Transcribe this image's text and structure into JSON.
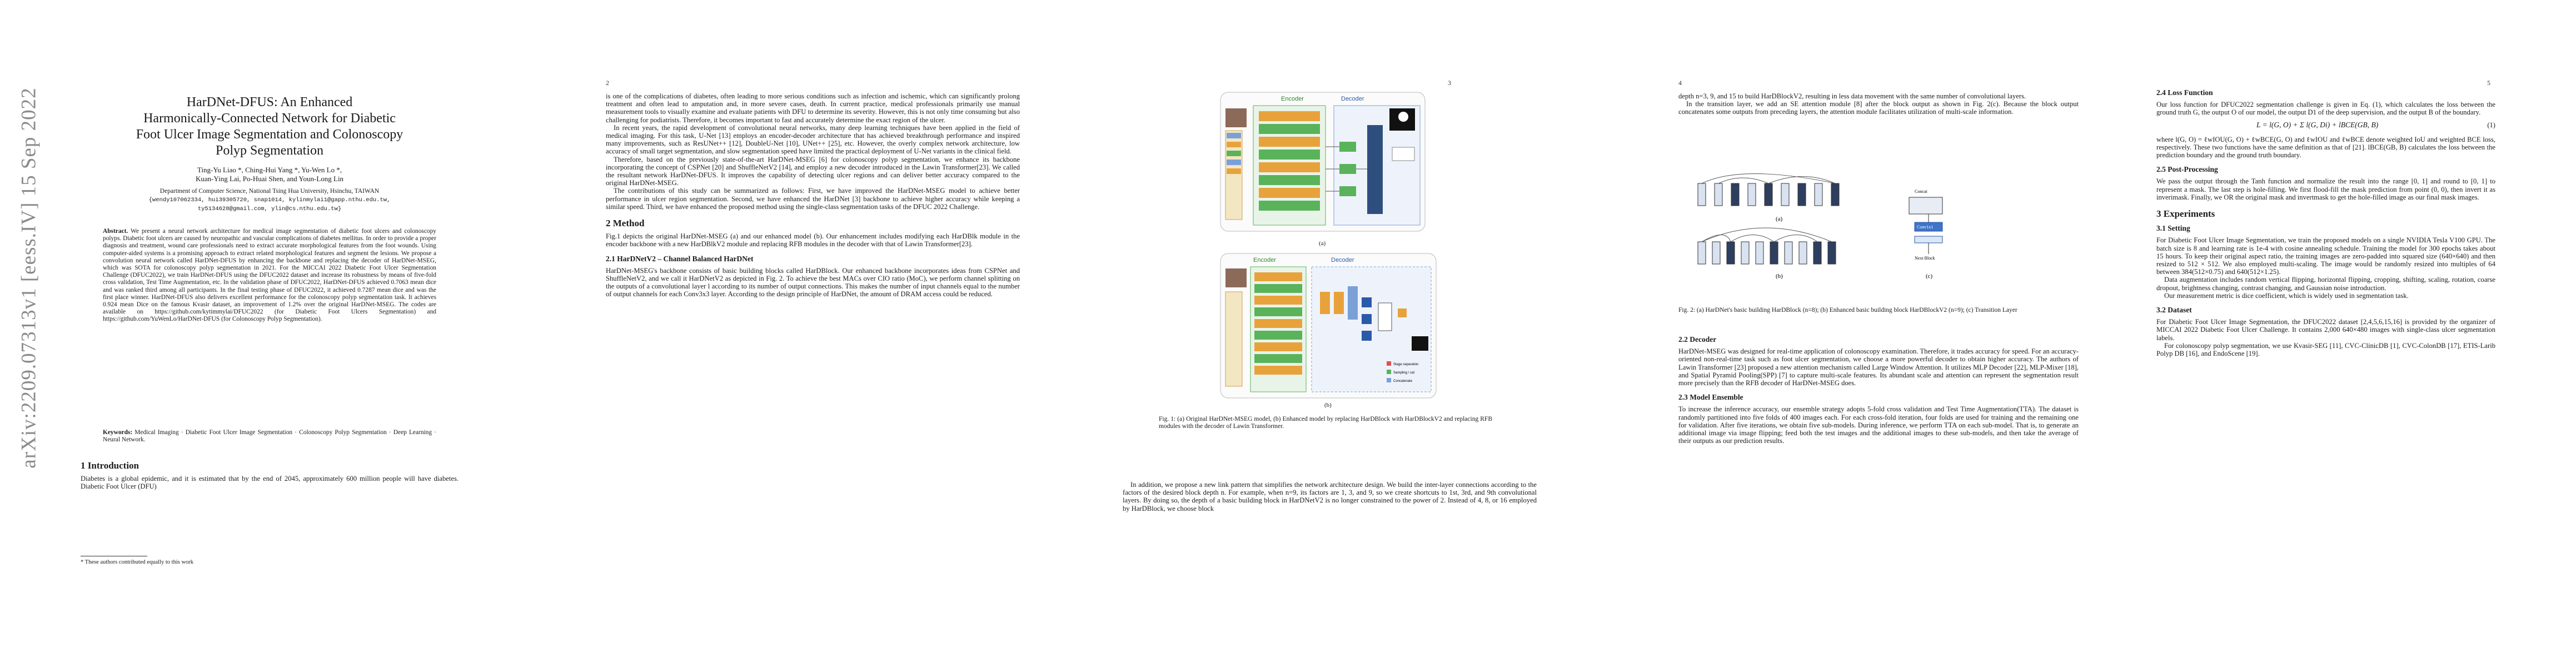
{
  "arxiv_stamp": "arXiv:2209.07313v1  [eess.IV]  15 Sep 2022",
  "page1": {
    "title_lines": [
      "HarDNet-DFUS: An Enhanced",
      "Harmonically-Connected Network for Diabetic",
      "Foot Ulcer Image Segmentation and Colonoscopy",
      "Polyp Segmentation"
    ],
    "authors": "Ting-Yu Liao *, Ching-Hui Yang *, Yu-Wen Lo *,",
    "authors2": "Kuan-Ying Lai, Po-Huai Shen, and Youn-Long Lin",
    "affiliation": "Department of Computer Science, National Tsing Hua University, Hsinchu, TAIWAN",
    "emails1": "{wendy107062334, hui39305720, snap1014, kylinmylai1@gapp.nthu.edu.tw,",
    "emails2": "ty5134628@gmail.com, ylin@cs.nthu.edu.tw}",
    "abstract_label": "Abstract.",
    "abstract": "We present a neural network architecture for medical image segmentation of diabetic foot ulcers and colonoscopy polyps. Diabetic foot ulcers are caused by neuropathic and vascular complications of diabetes mellitus. In order to provide a proper diagnosis and treatment, wound care professionals need to extract accurate morphological features from the foot wounds. Using computer-aided systems is a promising approach to extract related morphological features and segment the lesions. We propose a convolution neural network called HarDNet-DFUS by enhancing the backbone and replacing the decoder of HarDNet-MSEG, which was SOTA for colonoscopy polyp segmentation in 2021. For the MICCAI 2022 Diabetic Foot Ulcer Segmentation Challenge (DFUC2022), we train HarDNet-DFUS using the DFUC2022 dataset and increase its robustness by means of five-fold cross validation, Test Time Augmentation, etc. In the validation phase of DFUC2022, HarDNet-DFUS achieved 0.7063 mean dice and was ranked third among all participants. In the final testing phase of DFUC2022, it achieved 0.7287 mean dice and was the first place winner. HarDNet-DFUS also delivers excellent performance for the colonoscopy polyp segmentation task. It achieves 0.924 mean Dice on the famous Kvasir dataset, an improvement of 1.2% over the original HarDNet-MSEG. The codes are available on https://github.com/kytimmylai/DFUC2022 (for Diabetic Foot Ulcers Segmentation) and https://github.com/YuWenLo/HarDNet-DFUS (for Colonoscopy Polyp Segmentation).",
    "keywords_label": "Keywords:",
    "keywords": "Medical Imaging · Diabetic Foot Ulcer Image Segmentation · Colonoscopy Polyp Segmentation · Deep Learning · Neural Network.",
    "intro_heading": "1   Introduction",
    "intro_text": "Diabetes is a global epidemic, and it is estimated that by the end of 2045, approximately 600 million people will have diabetes. Diabetic Foot Ulcer (DFU)",
    "footnote": "* These authors contributed equally to this work"
  },
  "page2": {
    "number": "2",
    "para1": "is one of the complications of diabetes, often leading to more serious conditions such as infection and ischemic, which can significantly prolong treatment and often lead to amputation and, in more severe cases, death. In current practice, medical professionals primarily use manual measurement tools to visually examine and evaluate patients with DFU to determine its severity. However, this is not only time consuming but also challenging for podiatrists. Therefore, it becomes important to fast and accurately determine the exact region of the ulcer.",
    "para2": "In recent years, the rapid development of convolutional neural networks, many deep learning techniques have been applied in the field of medical imaging. For this task, U-Net [13] employs an encoder-decoder architecture that has achieved breakthrough performance and inspired many improvements, such as ResUNet++ [12], DoubleU-Net [10], UNet++ [25], etc. However, the overly complex network architecture, low accuracy of small target segmentation, and slow segmentation speed have limited the practical deployment of U-Net variants in the clinical field.",
    "para3": "Therefore, based on the previously state-of-the-art HarDNet-MSEG [6] for colonoscopy polyp segmentation, we enhance its backbone incorporating the concept of CSPNet [20] and ShuffleNetV2 [14], and employ a new decoder introduced in the Lawin Transformer[23]. We called the resultant network HarDNet-DFUS. It improves the capability of detecting ulcer regions and can deliver better accuracy compared to the original HarDNet-MSEG.",
    "para4": "The contributions of this study can be summarized as follows: First, we have improved the HarDNet-MSEG model to achieve better performance in ulcer region segmentation. Second, we have enhanced the HarDNet [3] backbone to achieve higher accuracy while keeping a similar speed. Third, we have enhanced the proposed method using the single-class segmentation tasks of the DFUC 2022 Challenge.",
    "h_method": "2   Method",
    "method_text": "Fig.1 depicts the original HarDNet-MSEG (a) and our enhanced model (b). Our enhancement includes modifying each HarDBlk module in the encoder backbone with a new HarDBlkV2 module and replacing RFB modules in the decoder with that of Lawin Transformer[23].",
    "h_21": "2.1   HarDNetV2 – Channel Balanced HarDNet",
    "text_21": "HarDNet-MSEG's backbone consists of basic building blocks called HarDBlock. Our enhanced backbone incorporates ideas from CSPNet and ShuffleNetV2, and we call it HarDNetV2 as depicted in Fig. 2. To achieve the best MACs over CIO ratio (MoC), we perform channel splitting on the outputs of a convolutional layer l according to its number of output connections. This makes the number of input channels equal to the number of output channels for each Conv3x3 layer. According to the design principle of HarDNet, the amount of DRAM access could be reduced."
  },
  "page3": {
    "number": "3",
    "fig_a_label": "(a)",
    "fig_b_label": "(b)",
    "encoder_label": "Encoder",
    "decoder_label": "Decoder",
    "legend_items": [
      "Stage separation",
      "Sampling / cat",
      "Concatenate"
    ],
    "caption": "Fig. 1: (a) Original HarDNet-MSEG model, (b) Enhanced model by replacing HarDBlock with HarDBlockV2 and replacing RFB modules with the decoder of Lawin Transformer.",
    "text": "In addition, we propose a new link pattern that simplifies the network architecture design. We build the inter-layer connections according to the factors of the desired block depth n. For example, when n=9, its factors are 1, 3, and 9, so we create shortcuts to 1st, 3rd, and 9th convolutional layers. By doing so, the depth of a basic building block in HarDNetV2 is no longer constrained to the power of 2. Instead of 4, 8, or 16 employed by HarDBlock, we choose block"
  },
  "page4": {
    "number": "4",
    "text1": "depth n=3, 9, and 15 to build HarDBlockV2, resulting in less data movement with the same number of convolutional layers.",
    "text2": "In the transition layer, we add an SE attention module [8] after the block output as shown in Fig. 2(c). Because the block output concatenates some outputs from preceding layers, the attention module facilitates utilization of multi-scale information.",
    "fig_a_label": "(a)",
    "fig_b_label": "(b)",
    "fig_c_label": "(c)",
    "concat_label": "Concat",
    "conv_label": "Conv1x1",
    "next_block_label": "Next Block",
    "caption": "Fig. 2: (a) HarDNet's basic building HarDBlock (n=8); (b) Enhanced basic building block HarDBlockV2 (n=9); (c) Transition Layer",
    "h_22": "2.2   Decoder",
    "text_22": "HarDNet-MSEG was designed for real-time application of colonoscopy examination. Therefore, it trades accuracy for speed. For an accuracy-oriented non-real-time task such as foot ulcer segmentation, we choose a more powerful decoder to obtain higher accuracy. The authors of Lawin Transformer [23] proposed a new attention mechanism called Large Window Attention. It utilizes MLP Decoder [22], MLP-Mixer [18], and Spatial Pyramid Pooling(SPP) [7] to capture multi-scale features. Its abundant scale and attention can represent the segmentation result more precisely than the RFB decoder of HarDNet-MSEG does.",
    "h_23": "2.3   Model Ensemble",
    "text_23": "To increase the inference accuracy, our ensemble strategy adopts 5-fold cross validation and Test Time Augmentation(TTA). The dataset is randomly partitioned into five folds of 400 images each. For each cross-fold iteration, four folds are used for training and the remaining one for validation. After five iterations, we obtain five sub-models. During inference, we perform TTA on each sub-model. That is, to generate an additional image via image flipping; feed both the test images and the additional images to these sub-models, and then take the average of their outputs as our prediction results."
  },
  "page5": {
    "number": "5",
    "h_24": "2.4   Loss Function",
    "text_24": "Our loss function for DFUC2022 segmentation challenge is given in Eq. (1), which calculates the loss between the ground truth G, the output O of our model, the output D1 of the deep supervision, and the output B of the boundary.",
    "equation": "L = l(G, O) + Σ l(G, Di) + lBCE(GB, B)",
    "eq_number": "(1)",
    "text_24b": "where l(G, O) = ℓwIOU(G, O) + ℓwBCE(G, O) and ℓwIOU and ℓwBCE denote weighted IoU and weighted BCE loss, respectively. These two functions have the same definition as that of [21]. lBCE(GB, B) calculates the loss between the prediction boundary and the ground truth boundary.",
    "h_25": "2.5   Post-Processing",
    "text_25": "We pass the output through the Tanh function and normalize the result into the range [0, 1] and round to [0, 1] to represent a mask. The last step is hole-filling. We first flood-fill the mask prediction from point (0, 0), then invert it as inverimask. Finally, we OR the original mask and invertmask to get the hole-filled image as our final mask images.",
    "h_3": "3   Experiments",
    "h_31": "3.1   Setting",
    "text_31": "For Diabetic Foot Ulcer Image Segmentation, we train the proposed models on a single NVIDIA Tesla V100 GPU. The batch size is 8 and learning rate is 1e-4 with cosine annealing schedule. Training the model for 300 epochs takes about 15 hours. To keep their original aspect ratio, the training images are zero-padded into squared size (640×640) and then resized to 512 × 512. We also employed multi-scaling. The image would be randomly resized into multiples of 64 between 384(512×0.75) and 640(512×1.25).",
    "text_31b": "Data augmentation includes random vertical flipping, horizontal flipping, cropping, shifting, scaling, rotation, coarse dropout, brightness changing, contrast changing, and Gaussian noise introduction.",
    "text_31c": "Our measurement metric is dice coefficient, which is widely used in segmentation task.",
    "h_32": "3.2   Dataset",
    "text_32": "For Diabetic Foot Ulcer Image Segmentation, the DFUC2022 dataset [2,4,5,6,15,16] is provided by the organizer of MICCAI 2022 Diabetic Foot Ulcer Challenge. It contains 2,000 640×480 images with single-class ulcer segmentation labels.",
    "text_32b": "For colonoscopy polyp segmentation, we use Kvasir-SEG [11], CVC-ClinicDB [1], CVC-ColonDB [17], ETIS-Larib Polyp DB [16], and EndoScene [19]."
  }
}
